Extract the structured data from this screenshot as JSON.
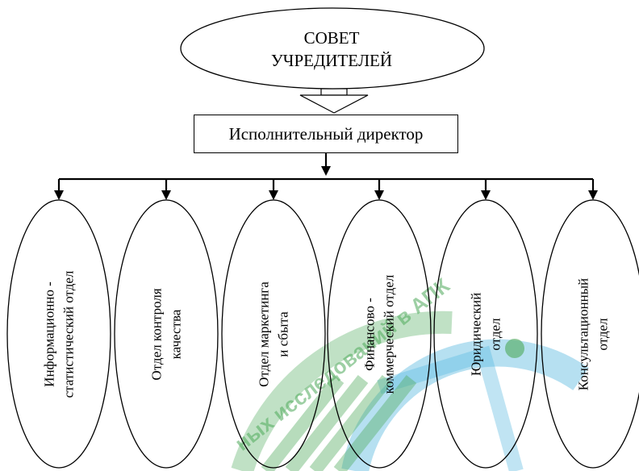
{
  "council": {
    "line1": "СОВЕТ",
    "line2": "УЧРЕДИТЕЛЕЙ"
  },
  "director": "Исполнительный директор",
  "departments": [
    {
      "line1": "Информационно -",
      "line2": "статистический отдел"
    },
    {
      "line1": "Отдел контроля",
      "line2": "качества"
    },
    {
      "line1": "Отдел маркетинга",
      "line2": "и сбыта"
    },
    {
      "line1": "Финансово -",
      "line2": "коммерческий отдел"
    },
    {
      "line1": "Юридический",
      "line2": "отдел"
    },
    {
      "line1": "Консультационный",
      "line2": "отдел"
    }
  ],
  "watermark": "Институт системных исследований в АПК НАН Беларуси",
  "colors": {
    "line": "#000000",
    "watermark_green": "#2e9a3c",
    "watermark_blue": "#2aa6d6"
  }
}
